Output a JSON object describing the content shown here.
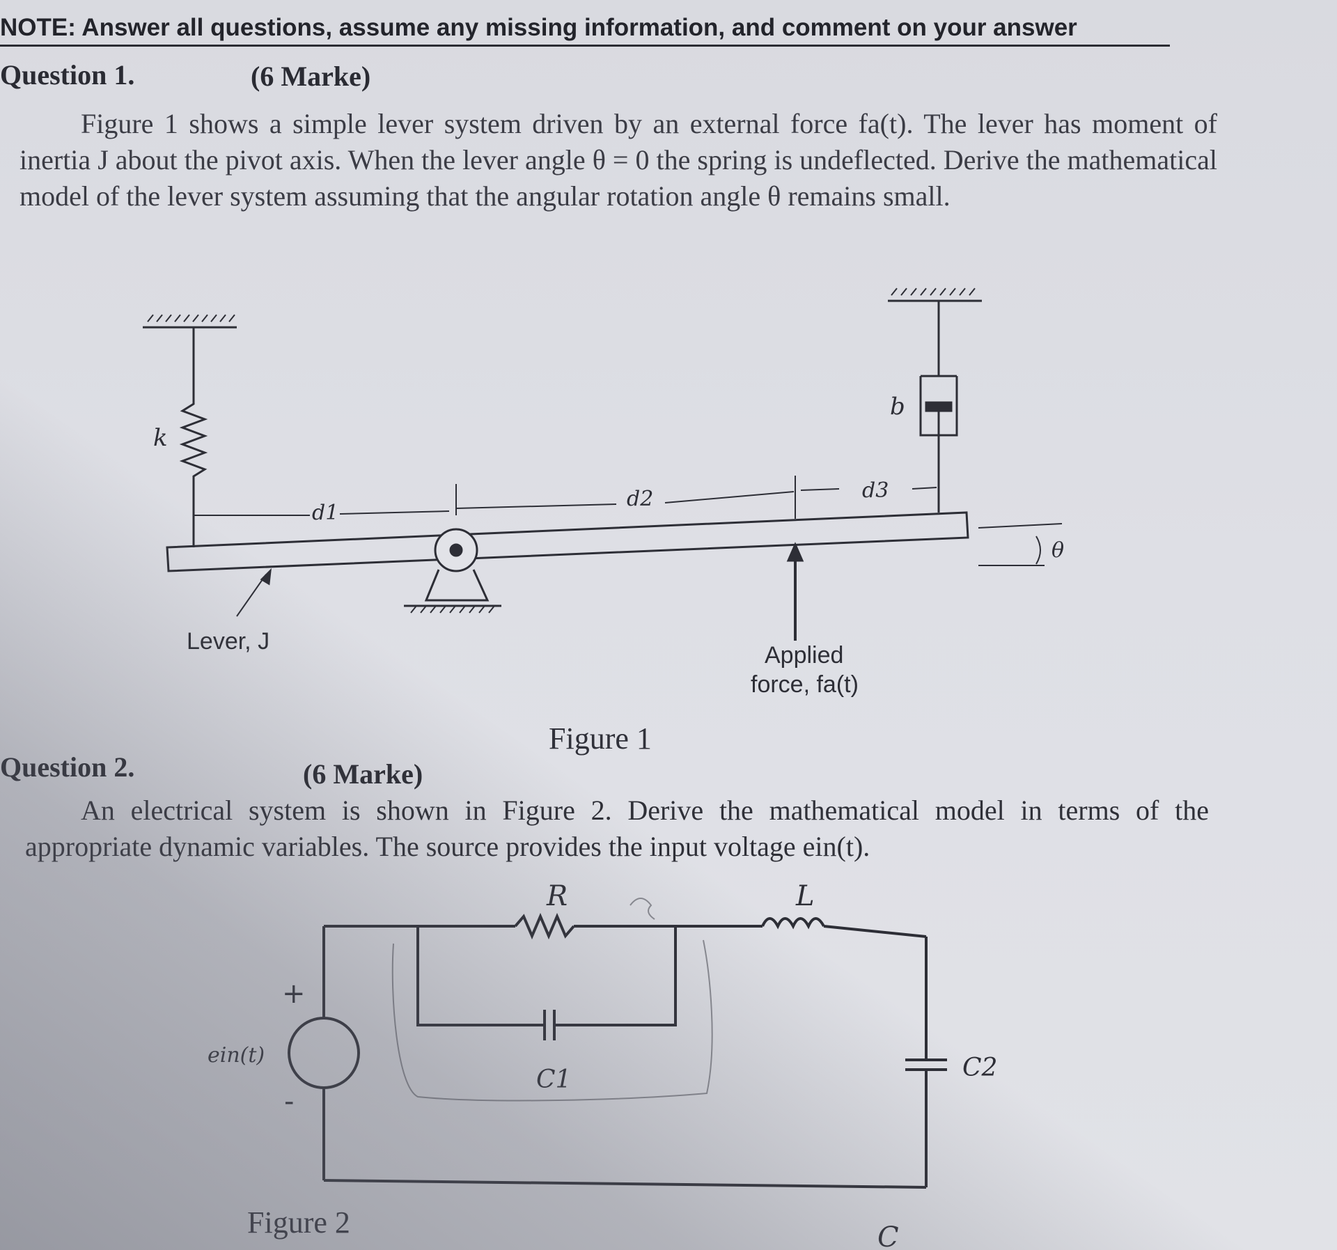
{
  "note": "NOTE: Answer all questions, assume any missing information, and comment on your answer",
  "question1": {
    "heading": "Question 1.",
    "marks": "(6 Marke)",
    "text": "Figure 1 shows a simple lever system driven by an external force fa(t). The lever has moment of inertia J about the pivot axis. When the lever angle θ = 0 the spring is undeflected. Derive the mathematical model of the lever system assuming that the angular rotation angle θ remains small."
  },
  "figure1": {
    "caption": "Figure 1",
    "labels": {
      "spring": "k",
      "damper": "b",
      "d1": "d1",
      "d2": "d2",
      "d3": "d3",
      "lever": "Lever, J",
      "force_line1": "Applied",
      "force_line2": "force, fa(t)",
      "angle": "θ"
    }
  },
  "question2": {
    "heading": "Question 2.",
    "marks": "(6 Marke)",
    "text": "An electrical system is shown in Figure 2. Derive the mathematical model in terms of the appropriate dynamic variables. The source provides the input voltage ein(t)."
  },
  "figure2": {
    "caption": "Figure 2",
    "labels": {
      "resistor": "R",
      "inductor": "L",
      "capacitor1": "C1",
      "capacitor2": "C2",
      "source": "ein(t)",
      "plus": "+",
      "minus": "-",
      "bottom": "C"
    }
  }
}
